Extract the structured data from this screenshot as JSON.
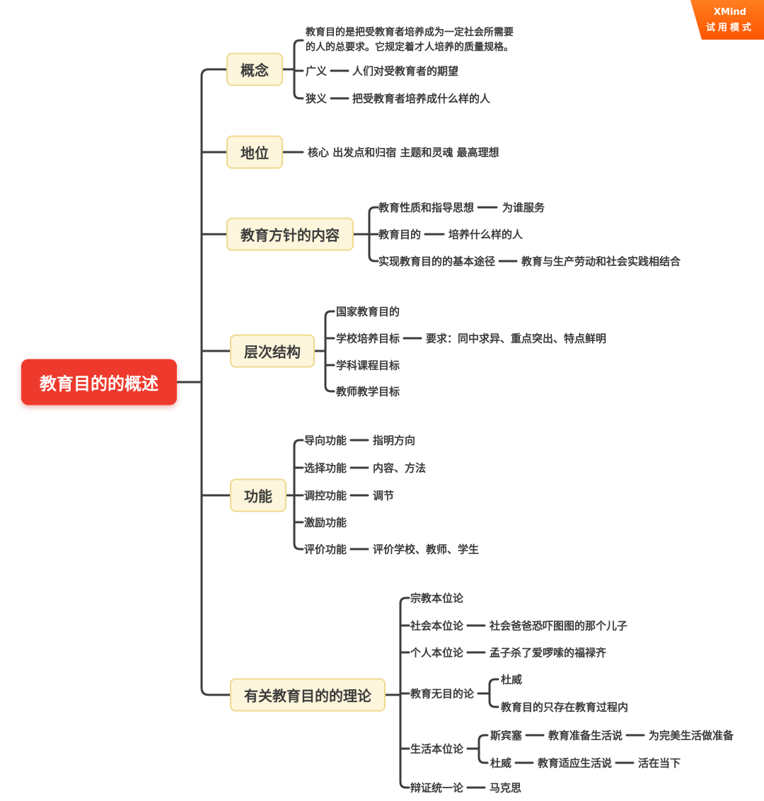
{
  "badge": {
    "brand": "XMind",
    "mode": "试用模式"
  },
  "colors": {
    "root_bg": "#EE3A2C",
    "topic_bg": "#FDF6DC",
    "topic_border": "#EDD98E",
    "line": "#3D3D3D",
    "badge_orange": "#FF5400",
    "text": "#3B3B3B"
  },
  "root": {
    "label": "教育目的的概述"
  },
  "branches": [
    {
      "label": "概念",
      "children": [
        {
          "label": "教育目的是把受教育者培养成为一定社会所需要的人的总要求。它规定着才人培养的质量规格。"
        },
        {
          "label": "广义",
          "children": [
            {
              "label": "人们对受教育者的期望"
            }
          ]
        },
        {
          "label": "狭义",
          "children": [
            {
              "label": "把受教育者培养成什么样的人"
            }
          ]
        }
      ]
    },
    {
      "label": "地位",
      "children": [
        {
          "label": "核心 出发点和归宿 主题和灵魂 最高理想"
        }
      ]
    },
    {
      "label": "教育方针的内容",
      "children": [
        {
          "label": "教育性质和指导思想",
          "children": [
            {
              "label": "为谁服务"
            }
          ]
        },
        {
          "label": "教育目的",
          "children": [
            {
              "label": "培养什么样的人"
            }
          ]
        },
        {
          "label": "实现教育目的的基本途径",
          "children": [
            {
              "label": "教育与生产劳动和社会实践相结合"
            }
          ]
        }
      ]
    },
    {
      "label": "层次结构",
      "children": [
        {
          "label": "国家教育目的"
        },
        {
          "label": "学校培养目标",
          "children": [
            {
              "label": "要求：同中求异、重点突出、特点鲜明"
            }
          ]
        },
        {
          "label": "学科课程目标"
        },
        {
          "label": "教师教学目标"
        }
      ]
    },
    {
      "label": "功能",
      "children": [
        {
          "label": "导向功能",
          "children": [
            {
              "label": "指明方向"
            }
          ]
        },
        {
          "label": "选择功能",
          "children": [
            {
              "label": "内容、方法"
            }
          ]
        },
        {
          "label": "调控功能",
          "children": [
            {
              "label": "调节"
            }
          ]
        },
        {
          "label": "激励功能"
        },
        {
          "label": "评价功能",
          "children": [
            {
              "label": "评价学校、教师、学生"
            }
          ]
        }
      ]
    },
    {
      "label": "有关教育目的的理论",
      "children": [
        {
          "label": "宗教本位论"
        },
        {
          "label": "社会本位论",
          "children": [
            {
              "label": "社会爸爸恐吓图图的那个儿子"
            }
          ]
        },
        {
          "label": "个人本位论",
          "children": [
            {
              "label": "孟子杀了爱啰嗦的福禄齐"
            }
          ]
        },
        {
          "label": "教育无目的论",
          "children": [
            {
              "label": "杜威"
            },
            {
              "label": "教育目的只存在教育过程内"
            }
          ]
        },
        {
          "label": "生活本位论",
          "children": [
            {
              "label": "斯宾塞",
              "children": [
                {
                  "label": "教育准备生活说",
                  "children": [
                    {
                      "label": "为完美生活做准备"
                    }
                  ]
                }
              ]
            },
            {
              "label": "杜威",
              "children": [
                {
                  "label": "教育适应生活说",
                  "children": [
                    {
                      "label": "活在当下"
                    }
                  ]
                }
              ]
            }
          ]
        },
        {
          "label": "辩证统一论",
          "children": [
            {
              "label": "马克思"
            }
          ]
        }
      ]
    }
  ]
}
